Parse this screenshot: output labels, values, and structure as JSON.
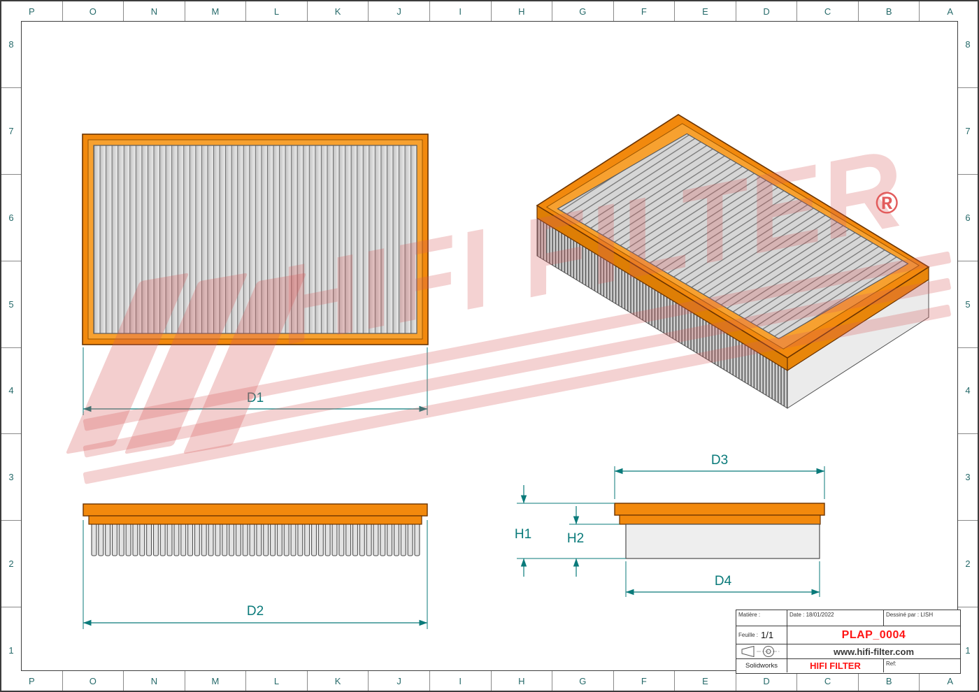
{
  "sheet": {
    "grid_columns": [
      "P",
      "O",
      "N",
      "M",
      "L",
      "K",
      "J",
      "I",
      "H",
      "G",
      "F",
      "E",
      "D",
      "C",
      "B",
      "A"
    ],
    "grid_rows": [
      "8",
      "7",
      "6",
      "5",
      "4",
      "3",
      "2",
      "1"
    ]
  },
  "dimensions": {
    "d1": "D1",
    "d2": "D2",
    "d3": "D3",
    "d4": "D4",
    "h1": "H1",
    "h2": "H2"
  },
  "watermark": {
    "text": "HIFI FILTER",
    "registered_mark": "®"
  },
  "title_block": {
    "matiere_label": "Matière :",
    "date_label": "Date : 18/01/2022",
    "dessine_label": "Dessiné par : LISH",
    "feuille_label": "Feuille :",
    "feuille_value": "1/1",
    "part_number": "PLAP_0004",
    "website": "www.hifi-filter.com",
    "software": "Solidworks",
    "brand": "HIFI FILTER",
    "ref_label": "Ref:"
  },
  "colors": {
    "frame_orange": "#F2890D",
    "outline_brown": "#6B3300",
    "dimension_teal": "#0A7A7A",
    "brand_red": "#FF1414",
    "watermark_pink": "#D65E5E"
  }
}
